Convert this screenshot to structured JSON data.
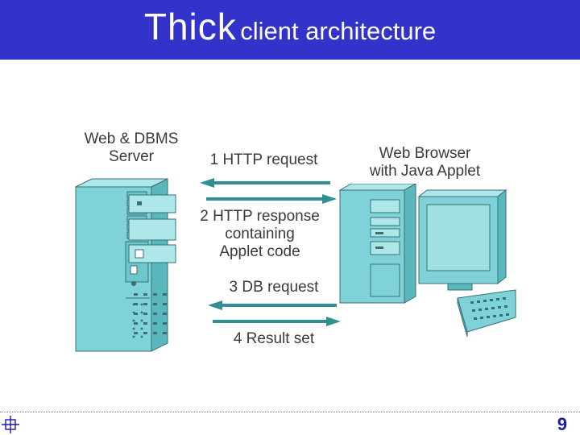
{
  "slide": {
    "title_main": "Thick",
    "title_sub": "client architecture",
    "page_number": "9"
  },
  "diagram": {
    "server_label": [
      "Web & DBMS",
      "Server"
    ],
    "browser_label": [
      "Web Browser",
      "with Java Applet"
    ],
    "steps": [
      {
        "lines": [
          "1 HTTP request"
        ],
        "direction": "left"
      },
      {
        "lines": [
          "2 HTTP response",
          "containing",
          "Applet code"
        ],
        "direction": "right"
      },
      {
        "lines": [
          "3 DB request"
        ],
        "direction": "left"
      },
      {
        "lines": [
          "4 Result set"
        ],
        "direction": "right"
      }
    ]
  },
  "colors": {
    "title_bar": "#3333cc",
    "title_text": "#ffffff",
    "computer_fill": "#7fd3d8",
    "arrow": "#2f8f94",
    "page_number": "#1a1aaa"
  }
}
